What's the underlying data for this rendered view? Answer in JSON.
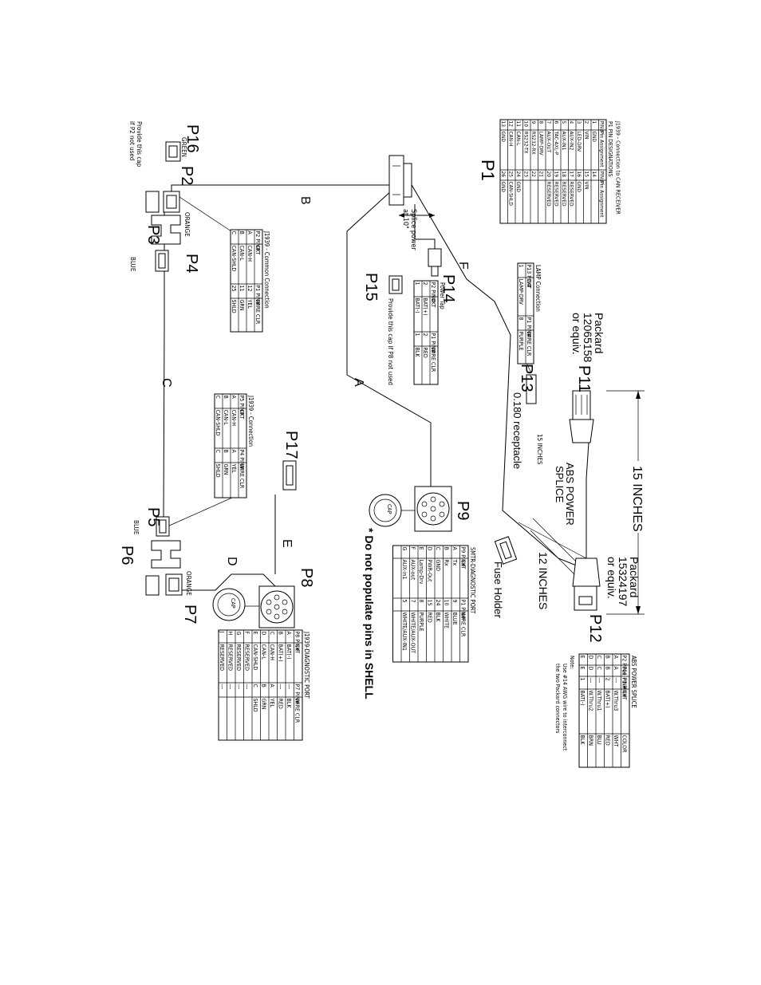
{
  "labels": {
    "p1": "P1",
    "p2": "P2",
    "p3": "P3",
    "p4": "P4",
    "p5": "P5",
    "p6": "P6",
    "p7": "P7",
    "p8": "P8",
    "p9": "P9",
    "p11": "P11",
    "p12": "P12",
    "p13": "P13",
    "p14": "P14",
    "p15": "P15",
    "p16": "P16",
    "p17": "P17",
    "a": "A",
    "b": "B",
    "c": "C",
    "d": "D",
    "e": "E",
    "f": "F",
    "green": "GREEN",
    "orange": "ORANGE",
    "blue": "BLUE",
    "p16_note_1": "Provide this cap",
    "p16_note_2": "if P2 not used",
    "splice_1": "Splice power",
    "splice_2": "at 10\"",
    "p15_note": "Provide this cap if P8 not used",
    "packard_p11_1": "Packard",
    "packard_p11_2": "12065158",
    "packard_p11_3": "or equiv.",
    "packard_p12_1": "Packard",
    "packard_p12_2": "15324197",
    "packard_p12_3": "or equiv.",
    "dim_15_big": "15 INCHES",
    "dim_15_small": "15 INCHES",
    "dim_12": "12 INCHES",
    "receptacle": "0.180 receptacle",
    "abs_1": "ABS POWER",
    "abs_2": "SPLICE",
    "fuse": "Fuse Holder",
    "cap": "CAP",
    "warning": "* Do not populate pins in SHELL"
  },
  "tables": {
    "p1": {
      "title": "J1939 - Connection to CAN RECEIVER",
      "subtitle": "P1 PIN DESIGNATIONS",
      "headers": [
        "PIN#",
        "Pin Assignment",
        "PIN#",
        "Pin Assignment"
      ],
      "rows": [
        [
          "1",
          "GND",
          "14",
          ""
        ],
        [
          "2",
          "VIN",
          "15",
          "VIN"
        ],
        [
          "3",
          "LED-DRV",
          "16",
          "GND"
        ],
        [
          "4",
          "AUX-IN2",
          "17",
          "RESERVED"
        ],
        [
          "5",
          "AUX-IN1",
          "18",
          "RESERVED"
        ],
        [
          "6",
          "TAC-AXL-P",
          "19",
          "RESERVED"
        ],
        [
          "7",
          "AUX-OUT",
          "20",
          "RESERVED"
        ],
        [
          "8",
          "LAMP-DRV",
          "21",
          ""
        ],
        [
          "9",
          "RS232-RX",
          "22",
          ""
        ],
        [
          "10",
          "RS232-TX",
          "23",
          ""
        ],
        [
          "11",
          "CAN-L",
          "24",
          "GND"
        ],
        [
          "12",
          "CAN-H",
          "25",
          "CAN-SHLD"
        ],
        [
          "13",
          "GND",
          "26",
          "GND"
        ]
      ]
    },
    "lamp": {
      "title": "LAMP Connection",
      "headers": [
        "P13 PIN#",
        "CKT",
        "P1 PIN#",
        "WIRE CLR"
      ],
      "rows": [
        [
          "1",
          "LAMP-DRV",
          "8",
          "PURPLE"
        ]
      ]
    },
    "power": {
      "title": "Power Tap",
      "headers": [
        "P2 PIN#",
        "CKT",
        "P1 PIN#",
        "WIRE CLR"
      ],
      "rows": [
        [
          "2",
          "BAT(+)",
          "2",
          "RED"
        ],
        [
          "1",
          "BAT(-)",
          "1",
          "BLK"
        ]
      ]
    },
    "common": {
      "title": "J1939 - Common Connection",
      "headers": [
        "P2 PIN#",
        "CKT",
        "P1 PIN#",
        "WIRE CLR"
      ],
      "rows": [
        [
          "A",
          "CAN-H",
          "12",
          "YEL"
        ],
        [
          "B",
          "CAN-L",
          "11",
          "GRN"
        ],
        [
          "C",
          "CAN-SHLD",
          "25",
          "SHLD"
        ]
      ]
    },
    "conn": {
      "title": "J1939 - Connection",
      "headers": [
        "P5 PIN#",
        "CKT",
        "P4 PIN#",
        "WIRE CLR"
      ],
      "rows": [
        [
          "A",
          "CAN-H",
          "A",
          "YEL"
        ],
        [
          "B",
          "CAN-L",
          "B",
          "GRN"
        ],
        [
          "C",
          "CAN-SHLD",
          "C",
          "SHLD"
        ]
      ]
    },
    "smtr": {
      "title": "SMTR-DIAGNOSTIC PORT",
      "headers": [
        "P9 PIN#",
        "CKT",
        "P1 PIN#",
        "WIRE CLR"
      ],
      "rows": [
        [
          "A",
          "Tx",
          "9",
          "BLUE"
        ],
        [
          "B",
          "Rx",
          "10",
          "WHITE"
        ],
        [
          "C",
          "GND",
          "24",
          "BLK"
        ],
        [
          "D",
          "PWR-Out",
          "15",
          "RED"
        ],
        [
          "E",
          "Lamp-Drv",
          "8",
          "PURPLE"
        ],
        [
          "F",
          "AUX-out",
          "7",
          "WHITE/AUX-OUT"
        ],
        [
          "G",
          "AUX-in1",
          "5",
          "WHITE/AUX-IN1"
        ],
        [
          "",
          "",
          "",
          ""
        ]
      ]
    },
    "diag": {
      "title": "J1939-DIAGNOSTIC PORT",
      "headers": [
        "P8 PIN#",
        "CKT",
        "P7 PIN#",
        "WIRE CLR"
      ],
      "rows": [
        [
          "A",
          "BAT(-)",
          "---",
          "BLK"
        ],
        [
          "B",
          "BAT(+)",
          "---",
          "RED"
        ],
        [
          "C",
          "CAN-H",
          "A",
          "YEL"
        ],
        [
          "D",
          "CAN-L",
          "B",
          "GRN"
        ],
        [
          "E",
          "CAN-SHLD",
          "C",
          "SHLD"
        ],
        [
          "F",
          "RESERVED",
          "---",
          ""
        ],
        [
          "G",
          "RESERVED",
          "---",
          ""
        ],
        [
          "H",
          "RESERVED",
          "---",
          ""
        ],
        [
          "J",
          "RESERVED",
          "---",
          ""
        ]
      ]
    },
    "abs": {
      "title": "ABS POWER SPLICE",
      "headers": [
        "P2 PIN#",
        "P11 PIN#",
        "P1 PIN#",
        "CKT",
        "COLOR"
      ],
      "rows": [
        [
          "A",
          "A",
          "---",
          "W.Thru3",
          "WHT"
        ],
        [
          "B",
          "B",
          "2",
          "BAT(+)",
          "RED"
        ],
        [
          "C",
          "C",
          "---",
          "W.Thru1",
          "BLU"
        ],
        [
          "D",
          "D",
          "---",
          "W.Thru2",
          "BRN"
        ],
        [
          "E",
          "E",
          "1",
          "BAT(-)",
          "BLK"
        ]
      ],
      "note_1": "Note:",
      "note_2": "Use #14 AWG wire to interconnect",
      "note_3": "the two Packard connectors"
    }
  }
}
